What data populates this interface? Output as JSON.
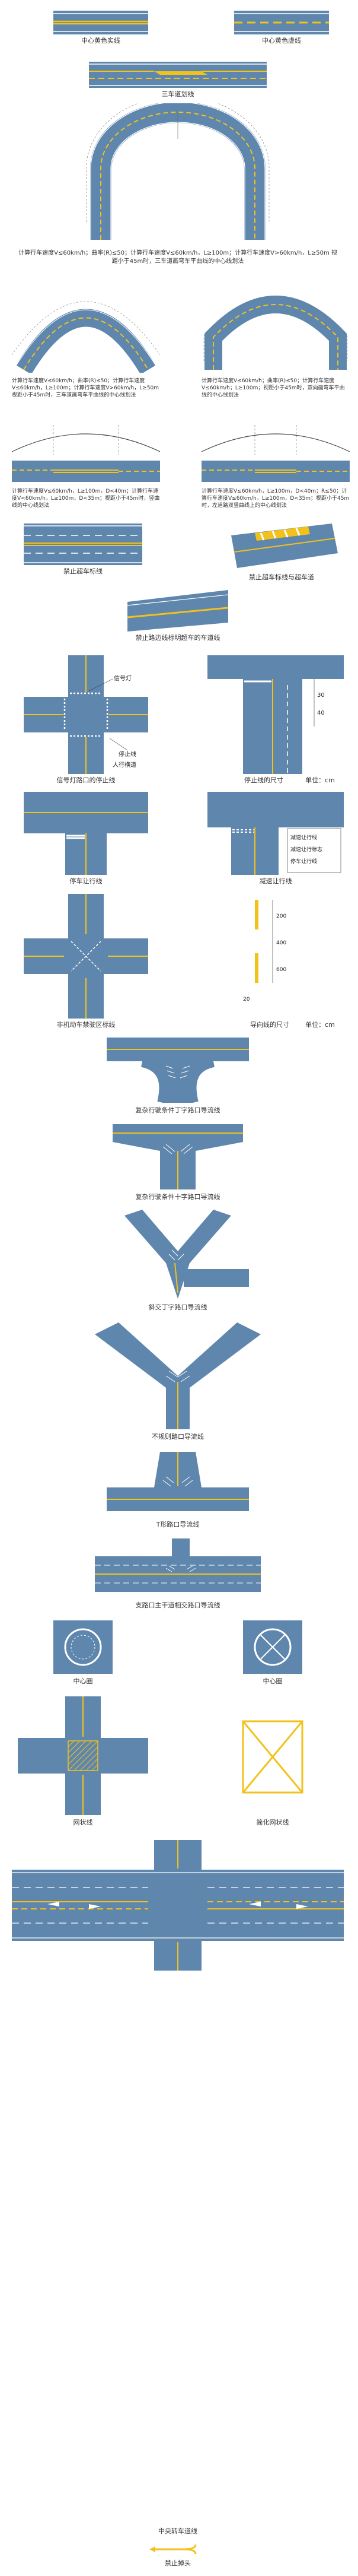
{
  "captions": {
    "solid_center": "中心黄色实线",
    "dashed_center": "中心黄色虚线",
    "three_lane": "三车道划线",
    "curve_left": "计算行车速度V≤60km/h；曲率(R)≤50；计算行车速度V≤60km/h，L≥100m；计算行车速度V>60km/h，L≥50m 视距小于45m时，三车道画弯车平曲线的中心线划法",
    "curve_right": "计算行车速度V≤60km/h；曲率(R)≤50；计算行车速度V≤60km/h；L≥100m；视距小于45m时，双向画弯车平曲线的中心线划法",
    "vert_left": "计算行车速度V≤60km/h，L≥100m，D<40m；计算行车速度V<60km/h，L≥100m，D<35m；视距小于45m时，竖曲线的中心线划法",
    "vert_right": "计算行车速度V≤60km/h，L≥100m，D<40m；R≤50；计算行车速度V≤60km/h，L≥100m，D<35m；视距小于45m时，左道路双竖曲线上的中心线划法",
    "no_overtake": "禁止超车标线",
    "no_overtake_right": "禁止超车标线与超车道",
    "no_cross_edge": "禁止路边线标明超车的车道线",
    "signal_stop": "信号灯路口的停止线",
    "stop_line_dim": "停止线的尺寸",
    "unit_cm": "单位：cm",
    "stop_give_way": "停车让行线",
    "slow_give_way": "减速让行线",
    "nonmotor_zone": "非机动车禁驶区标线",
    "guide_line_dim": "导向线的尺寸",
    "complex_t": "复杂行驶条件丁字路口导流线",
    "complex_cross": "复杂行驶条件十字路口导流线",
    "y_junction": "斜交丁字路口导流线",
    "irregular": "不规则路口导流线",
    "t_junction": "T形路口导流线",
    "branch_junction": "支路口主干道相交路口导流线",
    "center_circle1": "中心圈",
    "center_circle2": "中心圈",
    "grid_line": "网状线",
    "simple_grid": "简化网状线",
    "center_turn_lane": "中央转车道线",
    "no_uturn": "禁止掉头"
  },
  "labels": {
    "signal_light": "信号灯",
    "stop_line": "停止线",
    "crosswalk": "人行横道",
    "slow_give_way_line": "减速让行线",
    "slow_give_way_sign": "减速让行标志",
    "stop_give_way_line": "停车让行线",
    "dim_30": "30",
    "dim_40": "40",
    "dim_20": "20",
    "dim_400": "400",
    "dim_600": "600",
    "dim_200": "200"
  },
  "colors": {
    "road": "#5f86ad",
    "marking_white": "#ffffff",
    "marking_yellow": "#f2c21b",
    "pavement": "#e8edf1"
  }
}
